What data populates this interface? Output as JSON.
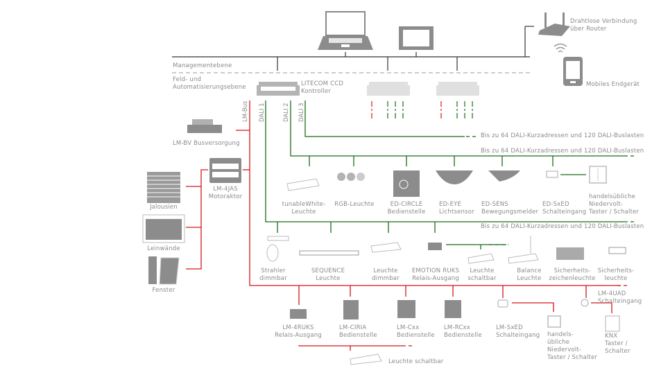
{
  "levels": {
    "management": "Managementebene",
    "field": "Feld- und\nAutomatisierungsebene"
  },
  "top_devices": {
    "router": "Drahtlose Verbindung\nüber Router",
    "mobile": "Mobiles Endgerät"
  },
  "controller": {
    "name": "LITECOM CCD\nKontroller"
  },
  "bus_labels": {
    "lm_bus": "LM-Bus",
    "dali1": "DALI 1",
    "dali2": "DALI 2",
    "dali3": "DALI 3"
  },
  "dali_capacity_note": "Bis zu 64 DALI-Kurzadressen und 120 DALI-Buslasten",
  "lm_modules": {
    "bv": "LM-BV Busversorgung",
    "jas": "LM-4JAS\nMotoraktor"
  },
  "actuated": {
    "jalousien": "Jalousien",
    "leinwaende": "Leinwände",
    "fenster": "Fenster"
  },
  "dali2_devices": [
    {
      "label": "tunableWhite-\nLeuchte"
    },
    {
      "label": "RGB-Leuchte"
    },
    {
      "label": "ED-CIRCLE\nBedienstelle"
    },
    {
      "label": "ED-EYE\nLichtsensor"
    },
    {
      "label": "ED-SENS\nBewegungsmelder"
    },
    {
      "label": "ED-SxED\nSchalteingang"
    },
    {
      "label": "handelsübliche\nNiedervolt-\nTaster / Schalter"
    }
  ],
  "dali1_devices": [
    {
      "label": "Strahler\ndimmbar"
    },
    {
      "label": "SEQUENCE\nLeuchte"
    },
    {
      "label": "Leuchte\ndimmbar"
    },
    {
      "label": "EMOTION RUKS\nRelais-Ausgang"
    },
    {
      "label": "Leuchte\nschaltbar"
    },
    {
      "label": "Balance\nLeuchte"
    },
    {
      "label": "Sicherheits-\nzeichenleuchte"
    },
    {
      "label": "Sicherheits-\nleuchte"
    }
  ],
  "lm_bus_devices": [
    {
      "label": "LM-4RUKS\nRelais-Ausgang"
    },
    {
      "label": "LM-CIRIA\nBedienstelle"
    },
    {
      "label": "LM-Cxx\nBedienstelle"
    },
    {
      "label": "LM-RCxx\nBedienstelle"
    },
    {
      "label": "LM-SxED\nSchalteingang"
    },
    {
      "label": "handels-\nübliche\nNiedervolt-\nTaster / Schalter"
    },
    {
      "label": "LM-4UAD\nSchalteingang"
    },
    {
      "label": "KNX\nTaster /\nSchalter"
    },
    {
      "label": "Leuchte schaltbar"
    }
  ],
  "colors": {
    "management_line": "#333333",
    "dali": "#1a6b1a",
    "lm_bus": "#d7141a",
    "device_gray": "#8c8c8c",
    "text": "#8a8a8a"
  }
}
